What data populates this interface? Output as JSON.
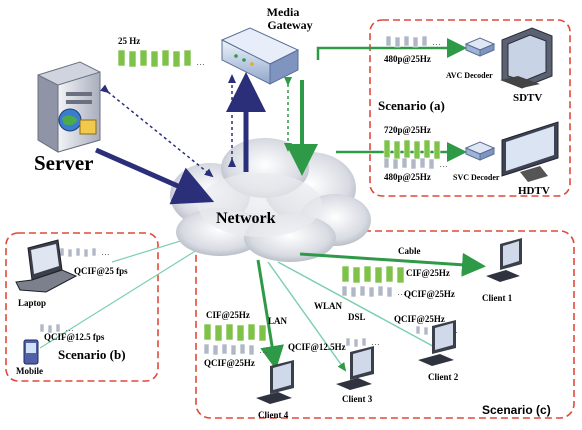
{
  "nodes": {
    "server": "Server",
    "media_gateway_line1": "Media",
    "media_gateway_line2": "Gateway",
    "network": "Network",
    "sdtv": "SDTV",
    "hdtv": "HDTV",
    "laptop": "Laptop",
    "mobile": "Mobile",
    "client1": "Client 1",
    "client2": "Client 2",
    "client3": "Client 3",
    "client4": "Client 4",
    "avc_decoder": "AVC Decoder",
    "svc_decoder": "SVC Decoder"
  },
  "scenarios": {
    "a": "Scenario (a)",
    "b": "Scenario (b)",
    "c": "Scenario (c)"
  },
  "rates": {
    "server_rate": "25 Hz",
    "sdtv_rate": "480p@25Hz",
    "hdtv_top": "720p@25Hz",
    "hdtv_bottom": "480p@25Hz",
    "laptop_rate": "QCIF@25 fps",
    "mobile_rate": "QCIF@12.5 fps",
    "cable_cif": "CIF@25Hz",
    "cable_qcif": "QCIF@25Hz",
    "dsl_qcif": "QCIF@25Hz",
    "lan_cif": "CIF@25Hz",
    "lan_qcif": "QCIF@25Hz",
    "wlan_qcif": "QCIF@12.5Hz"
  },
  "links": {
    "cable": "Cable",
    "wlan": "WLAN",
    "dsl": "DSL",
    "lan": "LAN"
  },
  "colors": {
    "green_frame": "#7fc24a",
    "gray_frame": "#b0b8c8",
    "dark_blue_arrow": "#2b2f7a",
    "green_arrow": "#2e9a48",
    "scenario_border": "#e04a3a"
  }
}
